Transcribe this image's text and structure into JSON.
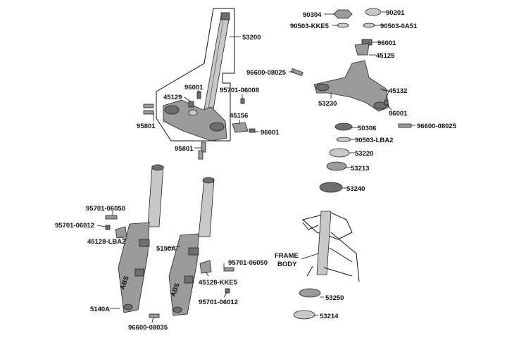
{
  "labels": {
    "p90304": "90304",
    "p90201": "90201",
    "p90503_kke5": "90503-KKE5",
    "p90503_0a51": "90503-0A51",
    "p96001_top": "96001",
    "p45125": "45125",
    "p96600_08025_a": "96600-08025",
    "p45132": "45132",
    "p53230": "53230",
    "p96001_right": "96001",
    "p96600_08025_b": "96600-08025",
    "p50306": "50306",
    "p90503_lba2": "90503-LBA2",
    "p53220": "53220",
    "p53213": "53213",
    "p53240": "53240",
    "p53200": "53200",
    "p96001_stem": "96001",
    "p45129": "45129",
    "p95701_06008": "95701-06008",
    "p45156": "45156",
    "p96001_stem2": "96001",
    "p95801_a": "95801",
    "p95801_b": "95801",
    "p95701_06050_a": "95701-06050",
    "p95701_06012_a": "95701-06012",
    "p45128_lba2": "45128-LBA2",
    "p5150a": "5150A",
    "p95701_06050_b": "95701-06050",
    "p45128_kke5": "45128-KKE5",
    "p95701_06012_b": "95701-06012",
    "p5140a": "5140A",
    "p96600_08035": "96600-08035",
    "frame_body_1": "FRAME",
    "frame_body_2": "BODY",
    "p53250": "53250",
    "p53214": "53214",
    "abs_left": "ABS",
    "abs_right": "ABS"
  }
}
